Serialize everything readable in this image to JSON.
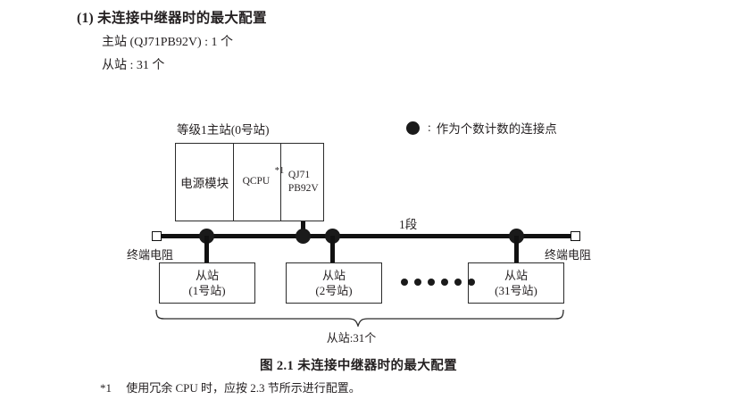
{
  "section": {
    "number": "(1)",
    "heading": "未连接中继器时的最大配置",
    "spec_master": "主站 (QJ71PB92V) : 1 个",
    "spec_slave": "从站 : 31 个"
  },
  "legend": {
    "symbol": "●",
    "separator": ":",
    "text": "作为个数计数的连接点"
  },
  "diagram": {
    "master_label": "等级1主站(0号站)",
    "master_cells": {
      "power": "电源模块",
      "cpu": "QCPU",
      "cpu_footnote_mark": "*1",
      "network_line1": "QJ71",
      "network_line2": "PB92V"
    },
    "segment_label": "1段",
    "terminator_left": "终端电阻",
    "terminator_right": "终端电阻",
    "slaves": [
      {
        "name": "从站",
        "station": "(1号站)"
      },
      {
        "name": "从站",
        "station": "(2号站)"
      },
      {
        "name": "从站",
        "station": "(31号站)"
      }
    ],
    "ellipsis_count": 6,
    "brace_label": "从站:31个",
    "node_count": 4
  },
  "caption": "图 2.1  未连接中继器时的最大配置",
  "footnote": {
    "mark": "*1",
    "text": "使用冗余 CPU 时，应按 2.3 节所示进行配置。"
  }
}
